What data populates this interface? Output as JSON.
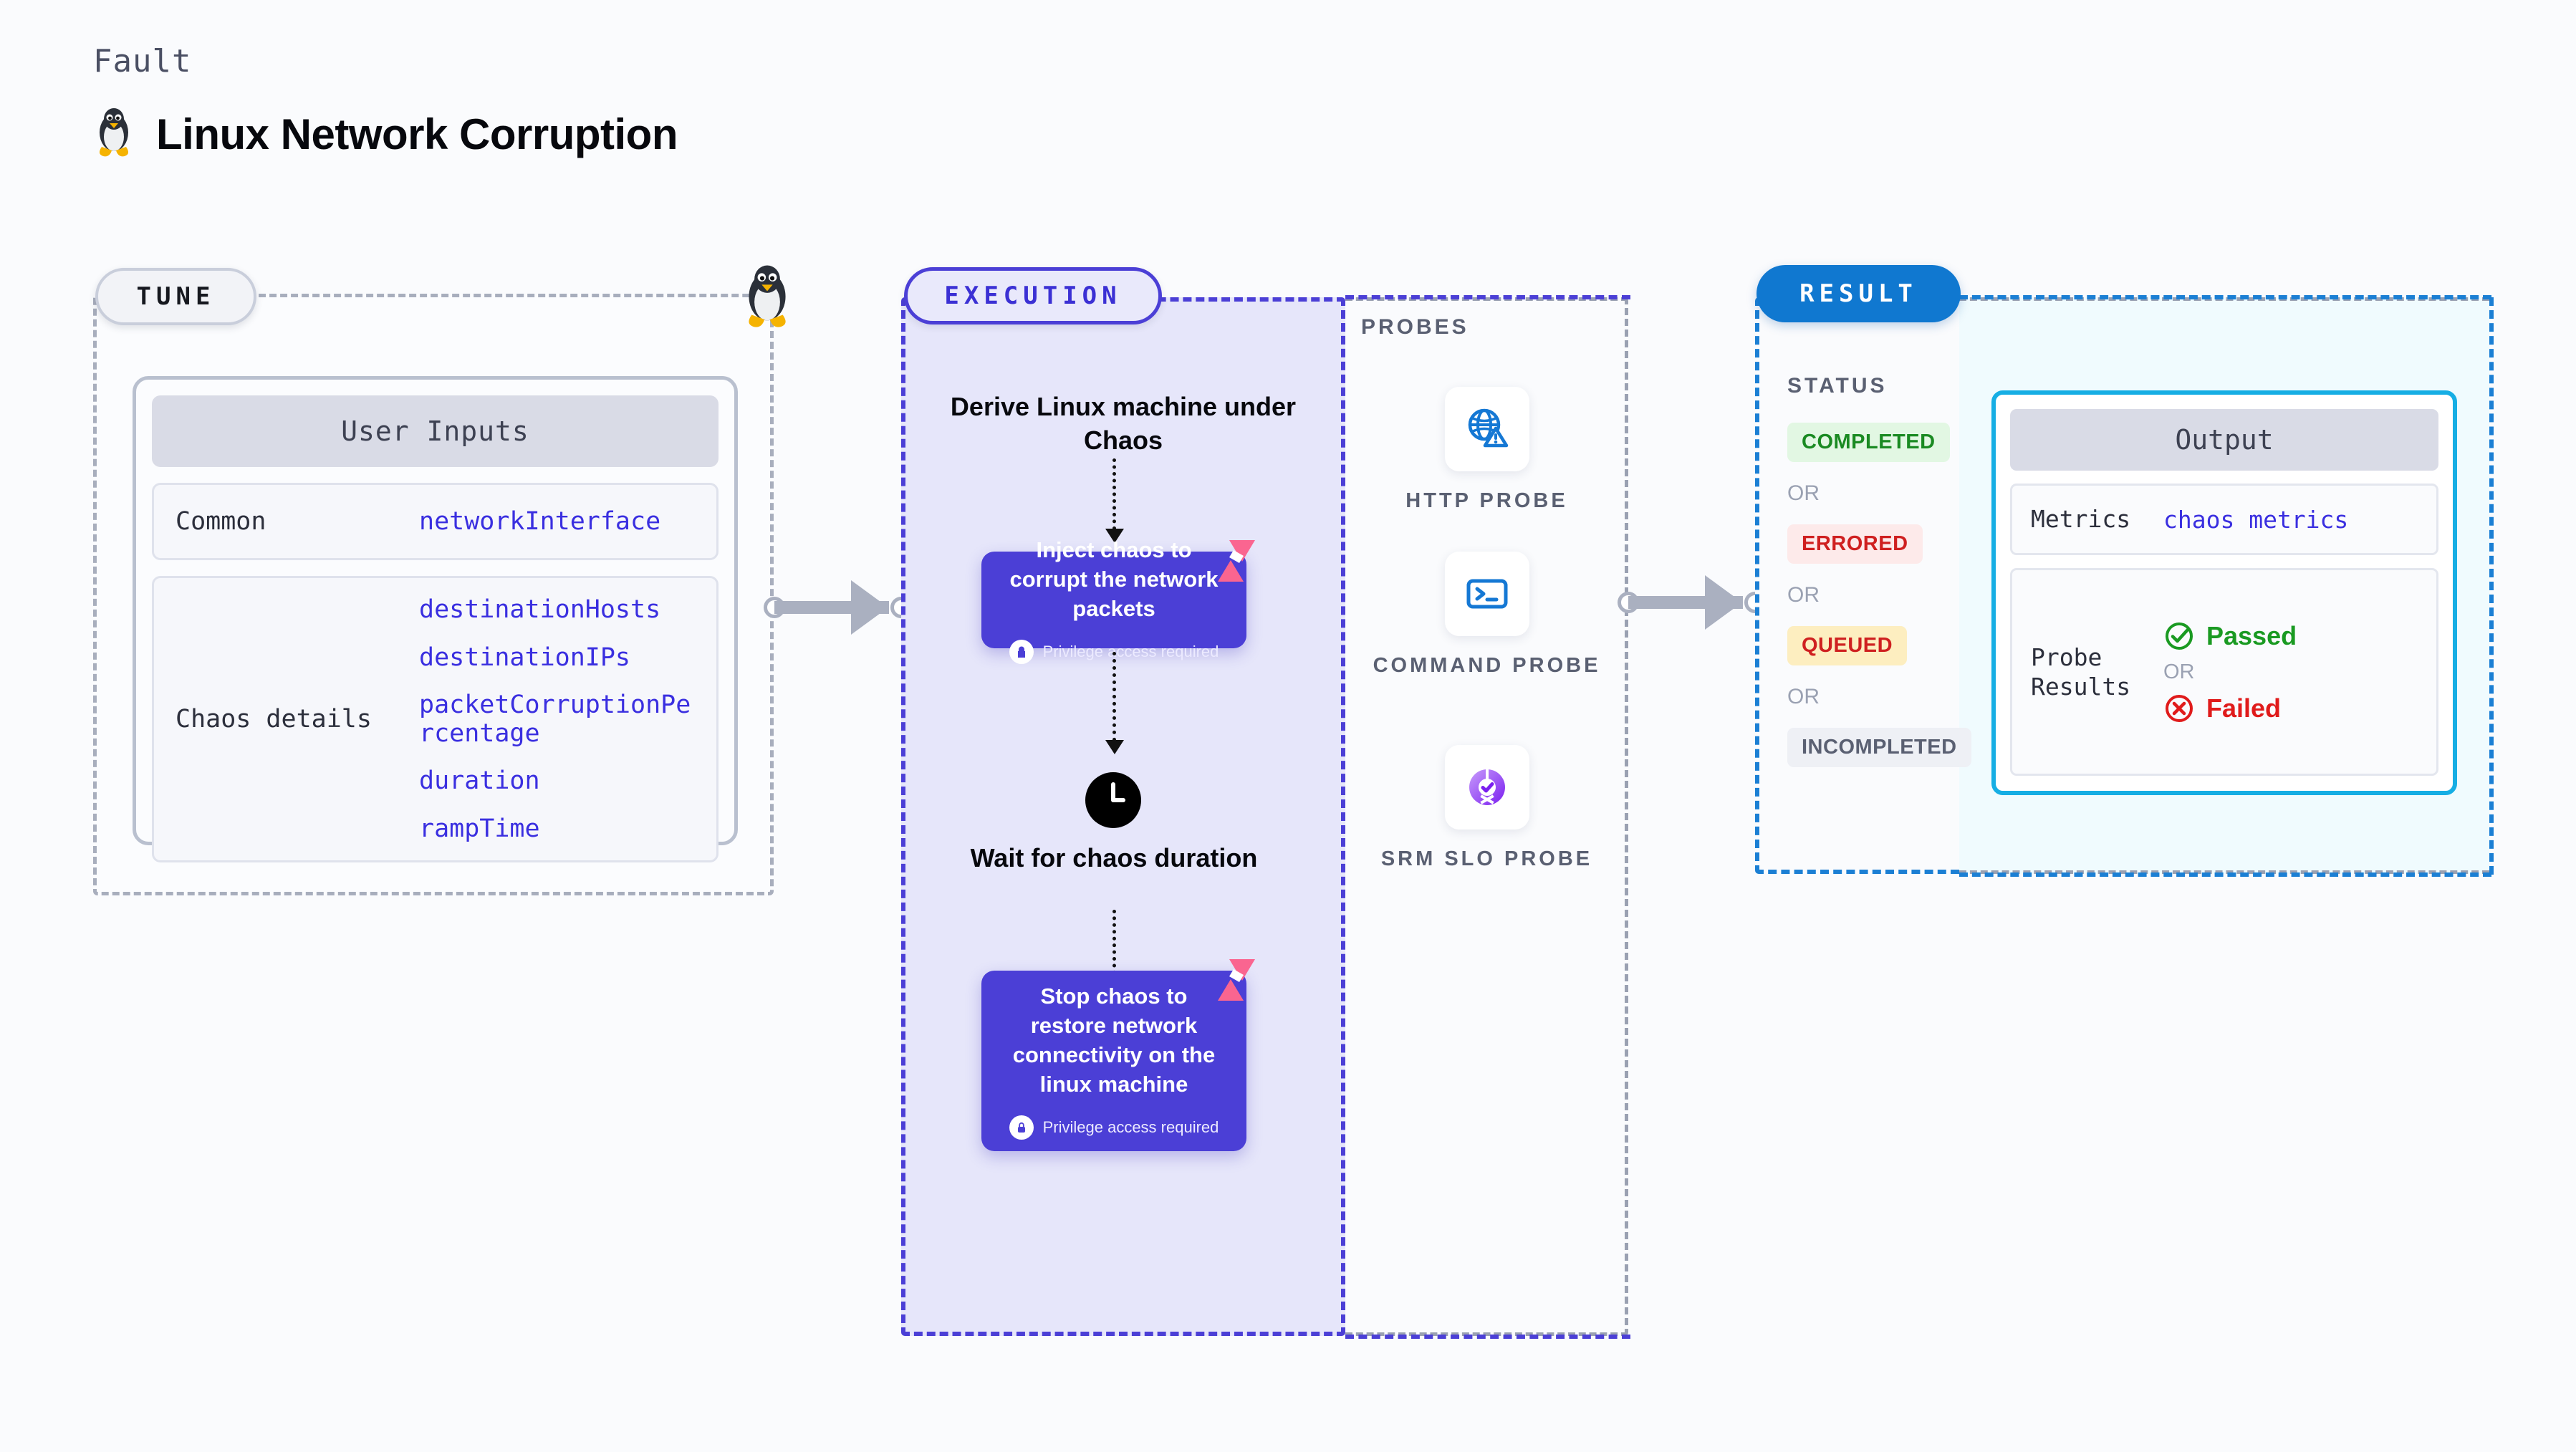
{
  "header": {
    "kicker": "Fault",
    "title": "Linux Network Corruption",
    "icon": "linux-penguin-icon"
  },
  "tune": {
    "badge": "TUNE",
    "card_title": "User Inputs",
    "rows": [
      {
        "key": "Common",
        "values": [
          "networkInterface"
        ]
      },
      {
        "key": "Chaos details",
        "values": [
          "destinationHosts",
          "destinationIPs",
          "packetCorruptionPercentage",
          "duration",
          "rampTime"
        ]
      }
    ]
  },
  "execution": {
    "badge": "EXECUTION",
    "step1_title": "Derive Linux machine under Chaos",
    "card1_title": "Inject chaos to corrupt the network packets",
    "card1_privilege": "Privilege access required",
    "wait_title": "Wait for chaos duration",
    "card2_title": "Stop chaos to restore network connectivity on the linux machine",
    "card2_privilege": "Privilege access required"
  },
  "probes": {
    "label": "PROBES",
    "items": [
      {
        "name": "HTTP PROBE",
        "icon": "globe-warning-icon"
      },
      {
        "name": "COMMAND PROBE",
        "icon": "terminal-icon"
      },
      {
        "name": "SRM SLO PROBE",
        "icon": "slo-donut-check-icon"
      }
    ]
  },
  "result": {
    "badge": "RESULT",
    "status_label": "STATUS",
    "or_label": "OR",
    "statuses": [
      {
        "label": "COMPLETED",
        "bg": "#e2f7e3",
        "fg": "#1a8a22"
      },
      {
        "label": "ERRORED",
        "bg": "#fdeaea",
        "fg": "#cf2020"
      },
      {
        "label": "QUEUED",
        "bg": "#fdeec0",
        "fg": "#cf2020"
      },
      {
        "label": "INCOMPLETED",
        "bg": "#eef0f5",
        "fg": "#5a6072"
      }
    ],
    "output": {
      "title": "Output",
      "metrics_key": "Metrics",
      "metrics_value": "chaos metrics",
      "probe_key": "Probe Results",
      "passed": "Passed",
      "failed": "Failed",
      "or_label": "OR"
    }
  },
  "colors": {
    "purple": "#4b3fd6",
    "blue": "#1078d0",
    "cyan": "#16aee4",
    "green": "#1a8a22",
    "red": "#cf2020",
    "pink": "#fa6590",
    "link": "#3a2fe0"
  }
}
